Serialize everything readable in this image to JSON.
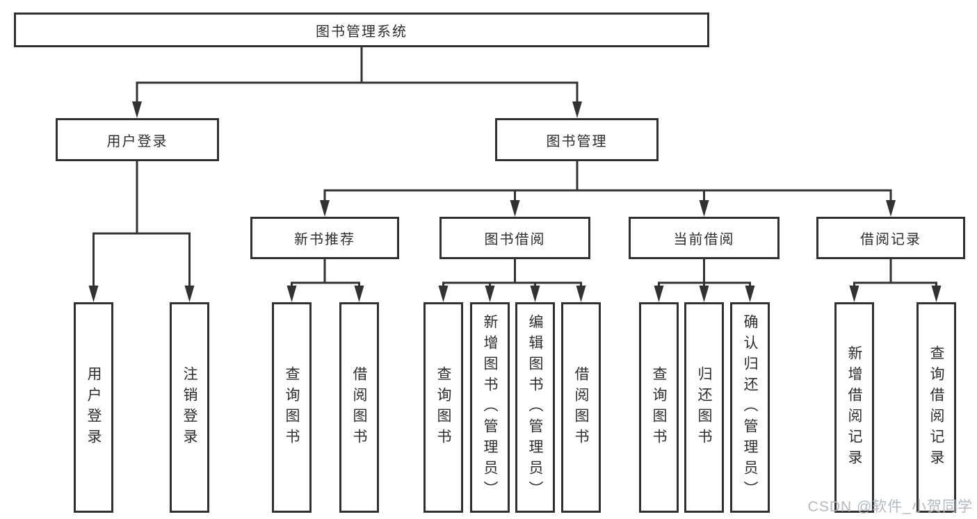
{
  "tree": {
    "root": {
      "label": "图书管理系统"
    },
    "branches": [
      {
        "label": "用户登录",
        "children": [
          {
            "label": "用户登录"
          },
          {
            "label": "注销登录"
          }
        ]
      },
      {
        "label": "图书管理",
        "children": [
          {
            "label": "新书推荐",
            "children": [
              {
                "label": "查询图书"
              },
              {
                "label": "借阅图书"
              }
            ]
          },
          {
            "label": "图书借阅",
            "children": [
              {
                "label": "查询图书"
              },
              {
                "label": "新增图书（管理员）"
              },
              {
                "label": "编辑图书（管理员）"
              },
              {
                "label": "借阅图书"
              }
            ]
          },
          {
            "label": "当前借阅",
            "children": [
              {
                "label": "查询图书"
              },
              {
                "label": "归还图书"
              },
              {
                "label": "确认归还（管理员）"
              }
            ]
          },
          {
            "label": "借阅记录",
            "children": [
              {
                "label": "新增借阅记录"
              },
              {
                "label": "查询借阅记录"
              }
            ]
          }
        ]
      }
    ]
  },
  "watermark": {
    "text": "CSDN @软件_小贺同学"
  },
  "colors": {
    "line": "#323232",
    "box_border": "#303030",
    "text": "#2d2d2d",
    "watermark": "#b4b9c0",
    "background": "#ffffff"
  }
}
